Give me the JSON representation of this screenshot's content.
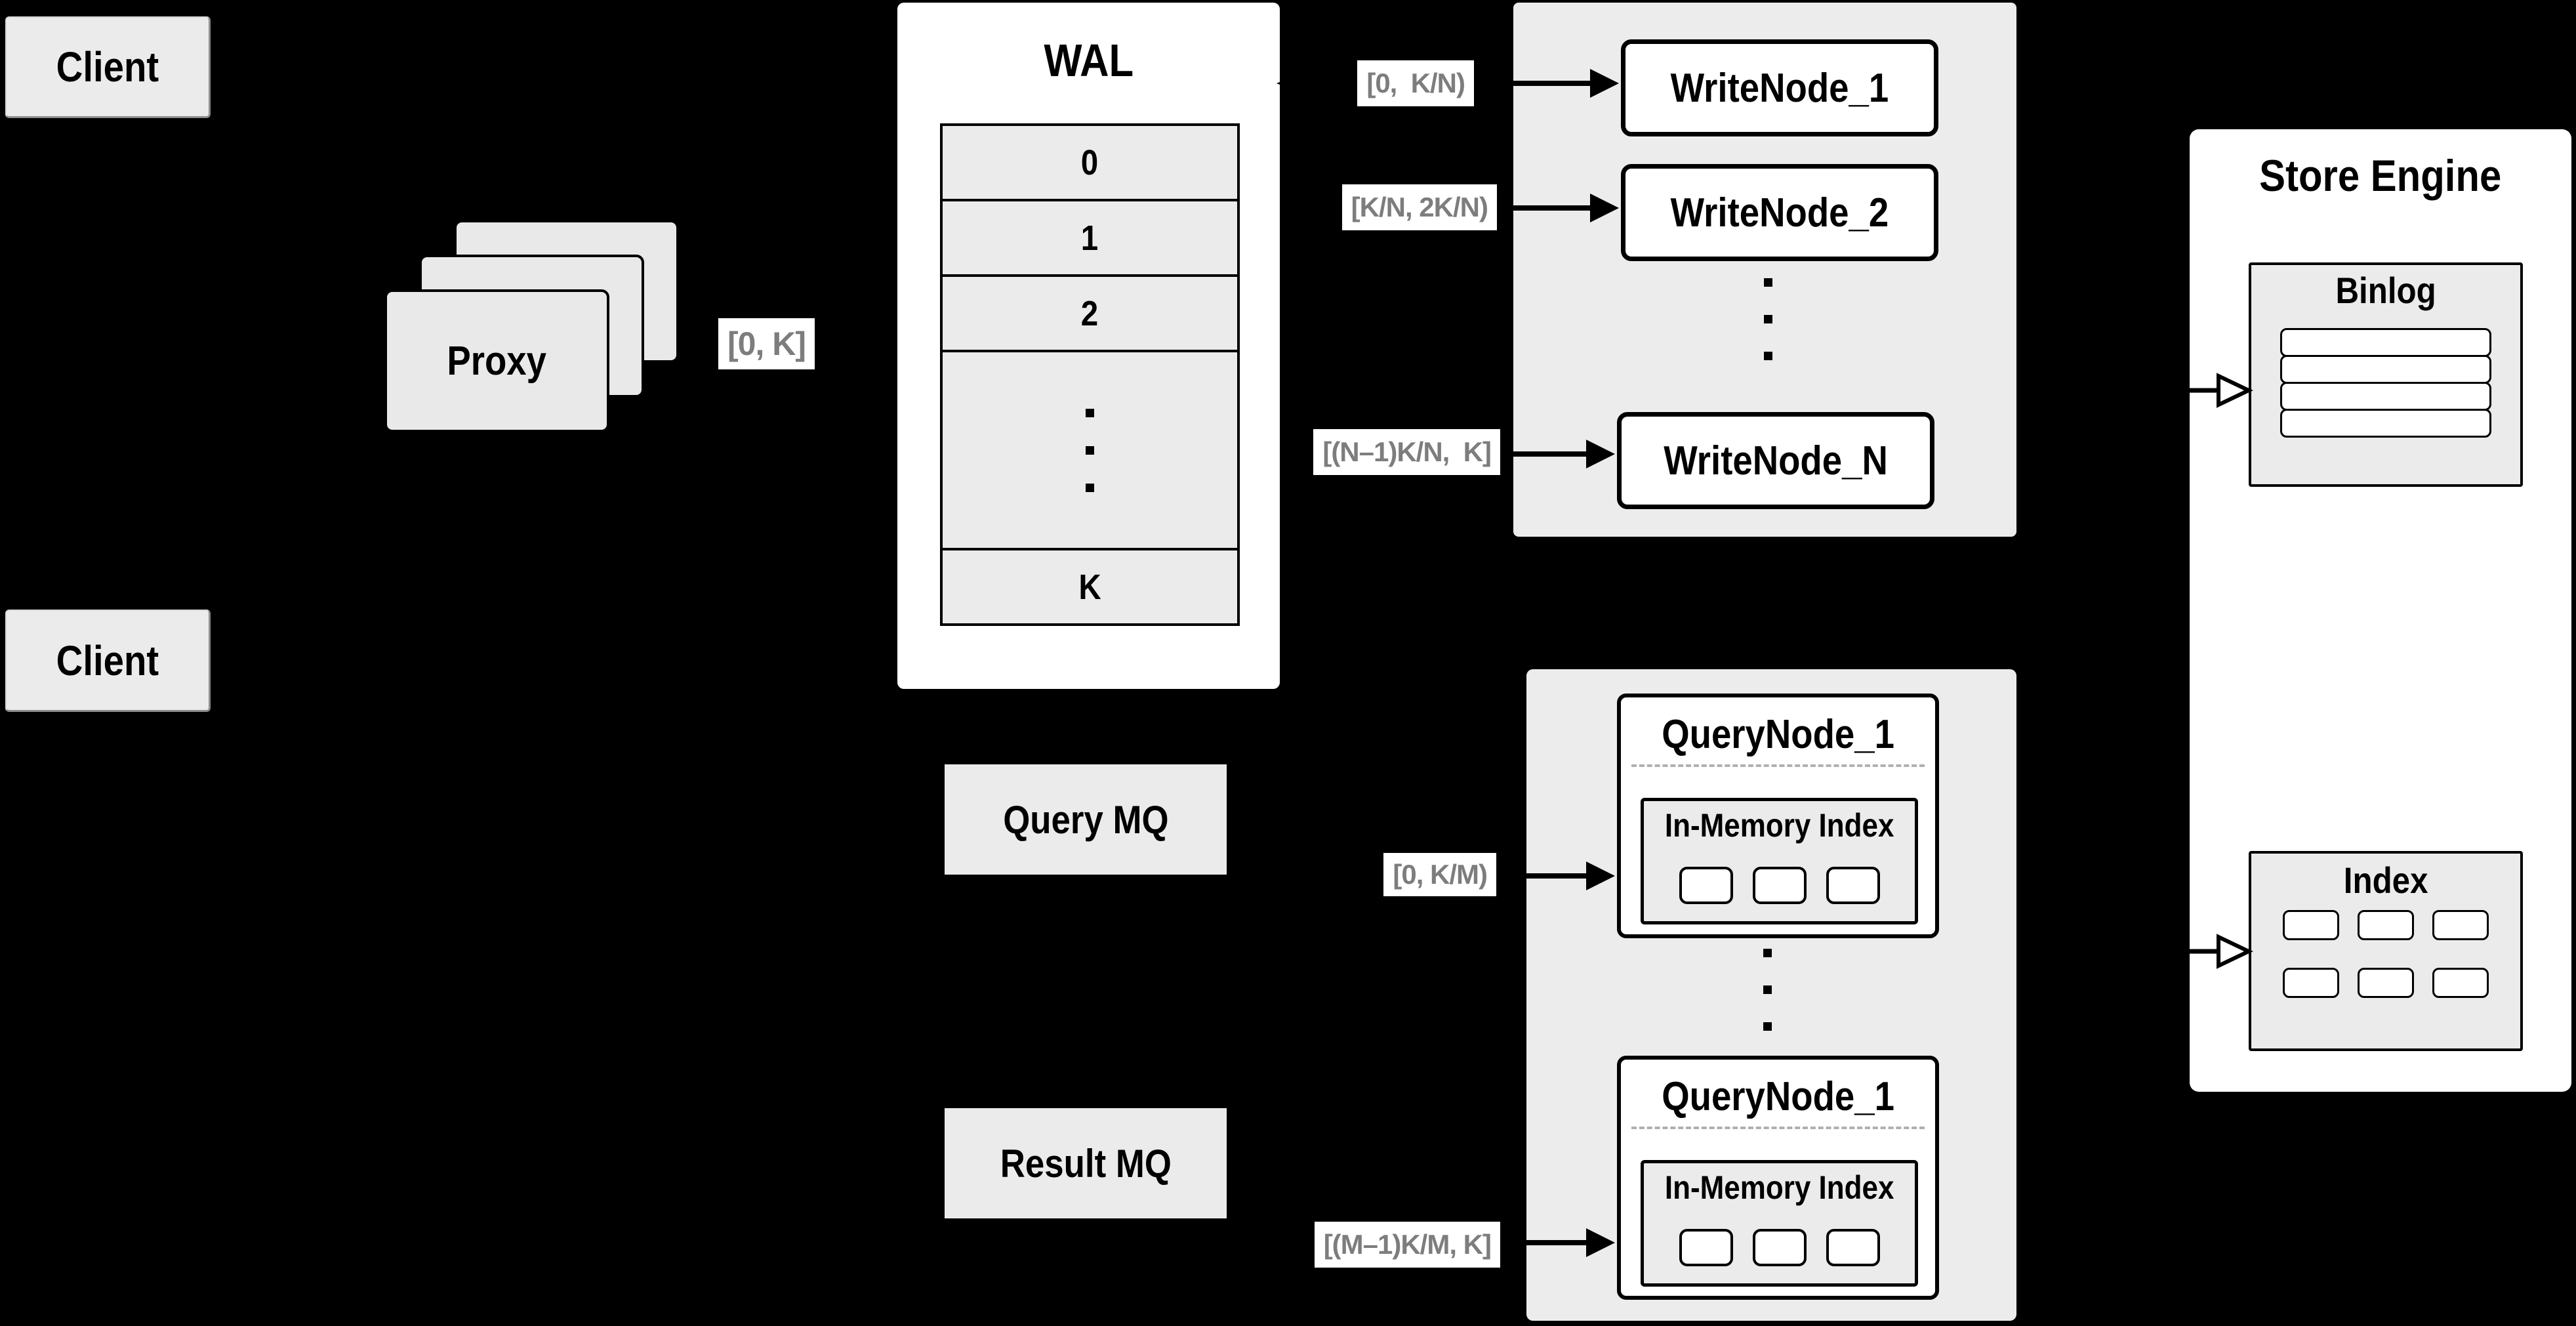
{
  "colors": {
    "background": "#000000",
    "panel_gray": "#ececec",
    "box_gray": "#ebebeb",
    "node_white": "#ffffff",
    "line_black": "#000000",
    "range_label_text": "#7d7d7d",
    "dashed_divider": "#b0b0b0"
  },
  "clients": {
    "top_label": "Client",
    "bottom_label": "Client"
  },
  "proxy": {
    "label": "Proxy",
    "range_to_wal": "[0, K]"
  },
  "wal": {
    "title": "WAL",
    "rows": [
      "0",
      "1",
      "2"
    ],
    "last_row": "K"
  },
  "write_section": {
    "nodes": [
      {
        "label": "WriteNode_1",
        "range": "[0,  K/N)"
      },
      {
        "label": "WriteNode_2",
        "range": "[K/N, 2K/N)"
      },
      {
        "label": "WriteNode_N",
        "range": "[(N–1)K/N,  K]"
      }
    ]
  },
  "query_section": {
    "nodes": [
      {
        "label": "QueryNode_1",
        "inner_label": "In-Memory Index",
        "range": "[0, K/M)"
      },
      {
        "label": "QueryNode_1",
        "inner_label": "In-Memory Index",
        "range": "[(M–1)K/M, K]"
      }
    ]
  },
  "mq": {
    "query_label": "Query MQ",
    "result_label": "Result MQ"
  },
  "store_engine": {
    "title": "Store Engine",
    "binlog_title": "Binlog",
    "index_title": "Index"
  }
}
